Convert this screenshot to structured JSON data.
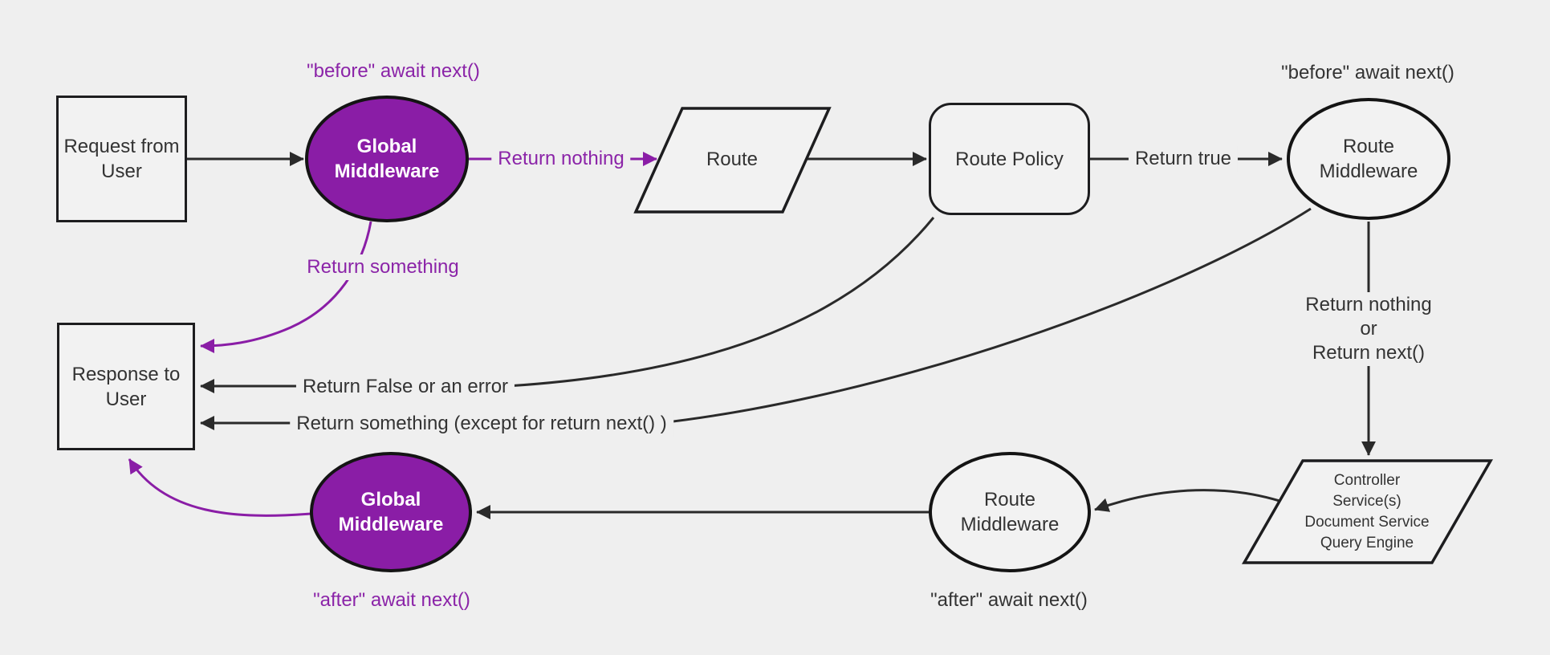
{
  "diagram": {
    "type": "flowchart",
    "background": "#efefef",
    "colors": {
      "node_fill": "#f2f2f2",
      "node_stroke": "#1d1d1f",
      "purple_fill": "#8a1da6",
      "purple_text": "#8b24a8",
      "edge_dark": "#2a2a2a",
      "text_dark": "#333333"
    },
    "nodes": {
      "request": {
        "label": "Request from User",
        "shape": "rectangle"
      },
      "global_middleware_top": {
        "label": "Global Middleware",
        "shape": "ellipse"
      },
      "route": {
        "label": "Route",
        "shape": "parallelogram"
      },
      "route_policy": {
        "label": "Route Policy",
        "shape": "rounded-rectangle"
      },
      "route_middleware_top": {
        "label": "Route Middleware",
        "shape": "ellipse"
      },
      "controller": {
        "lines": [
          "Controller",
          "Service(s)",
          "Document Service",
          "Query Engine"
        ],
        "shape": "parallelogram"
      },
      "route_middleware_bottom": {
        "label": "Route Middleware",
        "shape": "ellipse"
      },
      "global_middleware_bottom": {
        "label": "Global Middleware",
        "shape": "ellipse"
      },
      "response": {
        "label": "Response to User",
        "shape": "rectangle"
      }
    },
    "edge_labels": {
      "before_await_top": "\"before\" await next()",
      "return_nothing": "Return nothing",
      "return_true": "Return true",
      "before_await_right": "\"before\" await next()",
      "return_nothing_or": {
        "line1": "Return nothing",
        "line2": "or",
        "line3": "Return next()"
      },
      "return_something": "Return something",
      "return_false": "Return False or an error",
      "return_something_except": "Return something (except for return next() )",
      "after_await_right": "\"after\" await next()",
      "after_await_left": "\"after\" await next()"
    }
  }
}
